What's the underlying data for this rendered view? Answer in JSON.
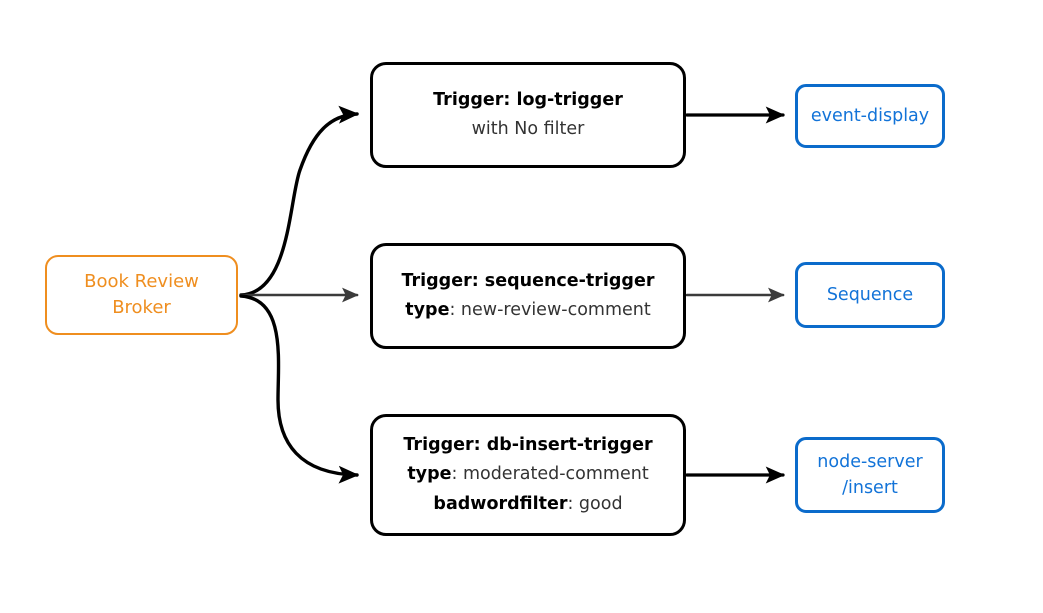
{
  "diagram": {
    "title": "Book Review Broker trigger routing diagram",
    "colors": {
      "broker_orange": "#ef8e1f",
      "endpoint_blue": "#0b6bcb",
      "endpoint_text_blue": "#1273d8",
      "trigger_border": "#000000",
      "text_dark": "#333333",
      "edge_black": "#000000",
      "edge_gray": "#3b3b3b",
      "background": "#ffffff"
    },
    "source": {
      "id": "broker",
      "line1": "Book Review",
      "line2": "Broker"
    },
    "triggers": [
      {
        "id": "log-trigger",
        "line1_bold": "Trigger: log-trigger",
        "line2_bold": "",
        "line2_rest": "with No filter",
        "line3_bold": "",
        "line3_rest": ""
      },
      {
        "id": "sequence-trigger",
        "line1_bold": "Trigger: sequence-trigger",
        "line2_bold": "type",
        "line2_rest": ": new-review-comment",
        "line3_bold": "",
        "line3_rest": ""
      },
      {
        "id": "db-insert-trigger",
        "line1_bold": "Trigger: db-insert-trigger",
        "line2_bold": "type",
        "line2_rest": ": moderated-comment",
        "line3_bold": "badwordfilter",
        "line3_rest": ": good"
      }
    ],
    "endpoints": [
      {
        "id": "event-display",
        "line1": "event-display",
        "line2": ""
      },
      {
        "id": "sequence",
        "line1": "Sequence",
        "line2": ""
      },
      {
        "id": "node-server",
        "line1": "node-server",
        "line2": "/insert"
      }
    ],
    "edges": [
      {
        "id": "broker-to-log-trigger",
        "from": "broker",
        "to": "log-trigger",
        "style": "curved",
        "color": "#000000"
      },
      {
        "id": "broker-to-sequence-trigger",
        "from": "broker",
        "to": "sequence-trigger",
        "style": "straight",
        "color": "#3b3b3b"
      },
      {
        "id": "broker-to-db-insert-trigger",
        "from": "broker",
        "to": "db-insert-trigger",
        "style": "curved",
        "color": "#000000"
      },
      {
        "id": "log-trigger-to-event-display",
        "from": "log-trigger",
        "to": "event-display",
        "style": "straight",
        "color": "#000000"
      },
      {
        "id": "sequence-trigger-to-sequence",
        "from": "sequence-trigger",
        "to": "sequence",
        "style": "straight",
        "color": "#3b3b3b"
      },
      {
        "id": "db-insert-trigger-to-node-server",
        "from": "db-insert-trigger",
        "to": "node-server",
        "style": "straight",
        "color": "#000000"
      }
    ]
  }
}
